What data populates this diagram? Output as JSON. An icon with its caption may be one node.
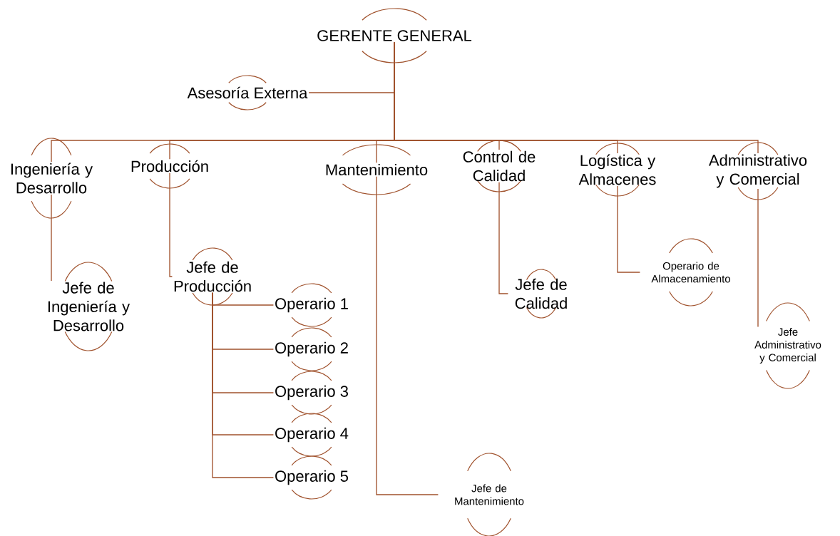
{
  "diagram": {
    "nodes": [
      {
        "text": [
          "GERENTE GENERAL"
        ]
      },
      {
        "text": [
          "Asesoría Externa"
        ]
      },
      {
        "text": [
          "Ingeniería y Desarrollo"
        ]
      },
      {
        "text": [
          "Producción"
        ]
      },
      {
        "text": [
          "Mantenimiento"
        ]
      },
      {
        "text": [
          "Control de Calidad"
        ]
      },
      {
        "text": [
          "Logística y Almacenes"
        ]
      },
      {
        "text": [
          "Administrativo y Comercial"
        ]
      },
      {
        "text": [
          "Jefe de Ingeniería y Desarrollo"
        ]
      },
      {
        "text": [
          "Jefe de Producción"
        ]
      },
      {
        "text": [
          "Operario 1"
        ]
      },
      {
        "text": [
          "Operario 2"
        ]
      },
      {
        "text": [
          "Operario 3"
        ]
      },
      {
        "text": [
          "Operario 4"
        ]
      },
      {
        "text": [
          "Operario 5"
        ]
      },
      {
        "text": [
          "Jefe de Calidad"
        ]
      },
      {
        "text": [
          "Operario de Almacenamiento"
        ]
      },
      {
        "text": [
          "Jefe Administrativo y Comercial"
        ]
      },
      {
        "text": [
          "Jefe de Mantenimiento"
        ]
      }
    ],
    "edges": [
      {
        "from": 0,
        "to": 1,
        "arrow": "none"
      },
      {
        "from": 0,
        "to": 2,
        "arrow": "none"
      },
      {
        "from": 0,
        "to": 3,
        "arrow": "none"
      },
      {
        "from": 0,
        "to": 4,
        "arrow": "none"
      },
      {
        "from": 0,
        "to": 5,
        "arrow": "none"
      },
      {
        "from": 0,
        "to": 6,
        "arrow": "none"
      },
      {
        "from": 0,
        "to": 7,
        "arrow": "none"
      },
      {
        "from": 2,
        "to": 8,
        "arrow": "none"
      },
      {
        "from": 3,
        "to": 9,
        "arrow": "none"
      },
      {
        "from": 9,
        "to": 10,
        "arrow": "none"
      },
      {
        "from": 9,
        "to": 11,
        "arrow": "none"
      },
      {
        "from": 9,
        "to": 12,
        "arrow": "none"
      },
      {
        "from": 9,
        "to": 13,
        "arrow": "none"
      },
      {
        "from": 9,
        "to": 14,
        "arrow": "none"
      },
      {
        "from": 4,
        "to": 18,
        "arrow": "none"
      },
      {
        "from": 5,
        "to": 15,
        "arrow": "none"
      },
      {
        "from": 6,
        "to": 16,
        "arrow": "none"
      },
      {
        "from": 7,
        "to": 17,
        "arrow": "none"
      }
    ]
  }
}
